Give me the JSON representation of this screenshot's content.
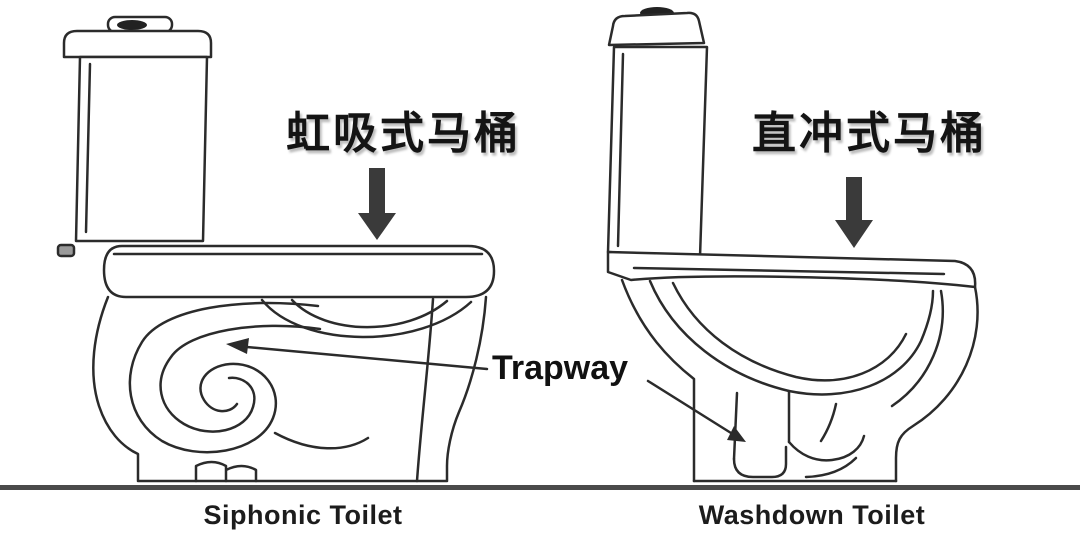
{
  "colors": {
    "line": "#2b2b2b",
    "ground": "#4a4a4a",
    "arrow": "#3a3a3a",
    "background": "#ffffff",
    "text": "#111111"
  },
  "labels": {
    "left_cn": "虹吸式马桶",
    "right_cn": "直冲式马桶",
    "trapway": "Trapway",
    "left_en": "Siphonic Toilet",
    "right_en": "Washdown Toilet"
  }
}
